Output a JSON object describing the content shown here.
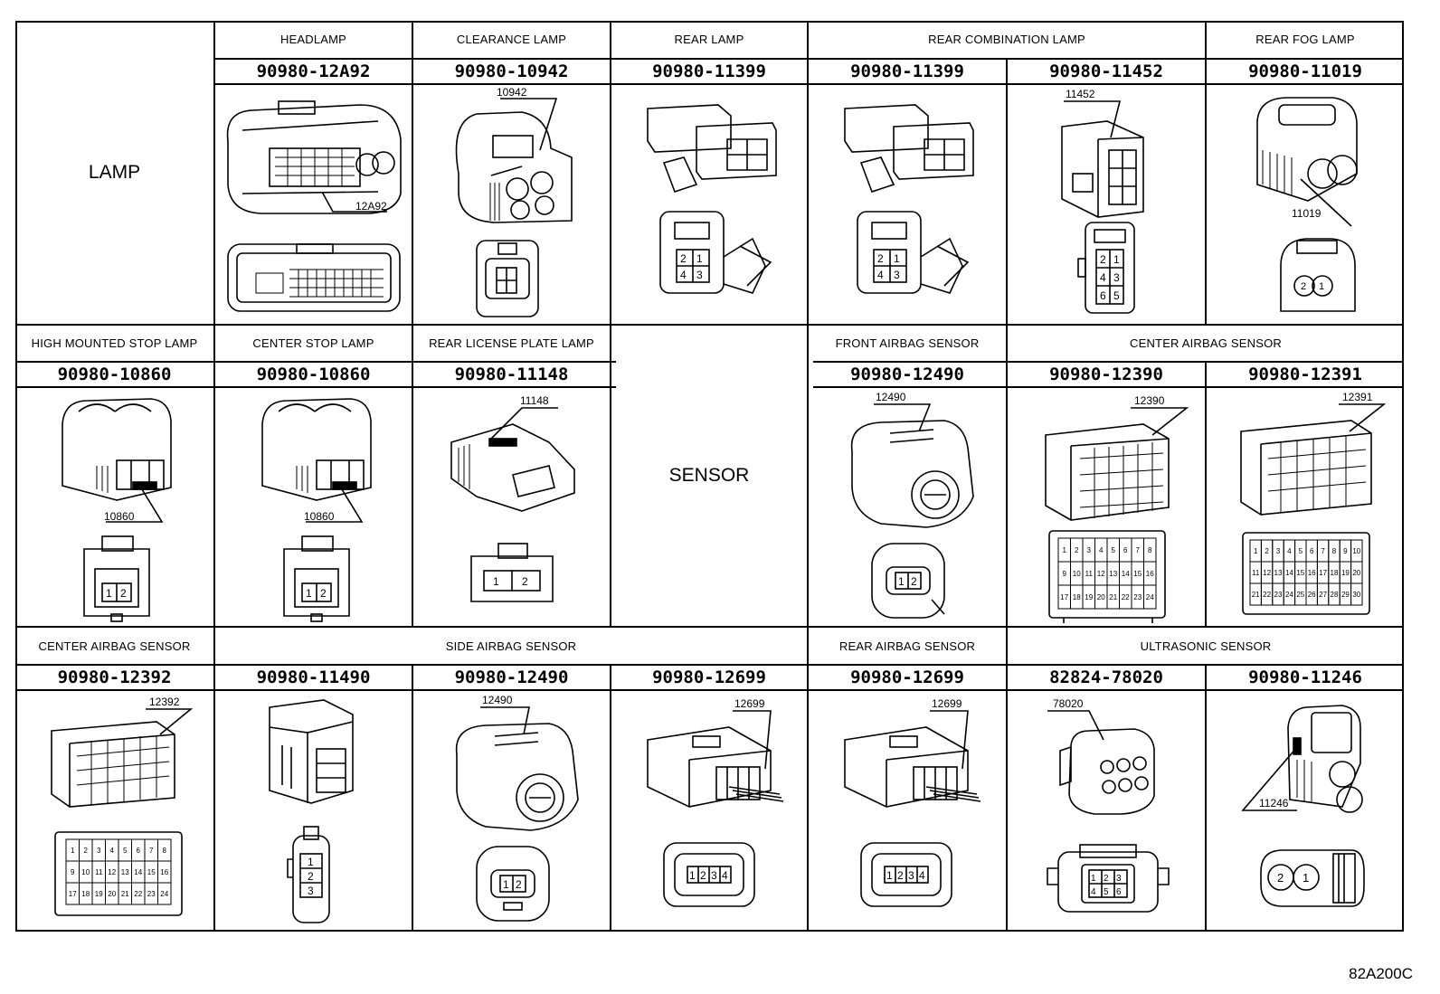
{
  "diagram": {
    "drawing_code": "82A200C",
    "sections": [
      {
        "category": "LAMP",
        "headers": [
          "HEADLAMP",
          "CLEARANCE LAMP",
          "REAR LAMP",
          "REAR COMBINATION LAMP",
          "REAR FOG LAMP"
        ],
        "connectors": [
          {
            "part": "90980-12A92",
            "callout": "12A92",
            "pins": []
          },
          {
            "part": "90980-10942",
            "callout": "10942",
            "pins": []
          },
          {
            "part": "90980-11399",
            "callout": "",
            "pins": [
              "2",
              "1",
              "4",
              "3"
            ]
          },
          {
            "part": "90980-11399",
            "callout": "",
            "pins": [
              "2",
              "1",
              "4",
              "3"
            ]
          },
          {
            "part": "90980-11452",
            "callout": "11452",
            "pins": [
              "2",
              "1",
              "4",
              "3",
              "6",
              "5"
            ]
          },
          {
            "part": "90980-11019",
            "callout": "11019",
            "pins": [
              "2",
              "1"
            ]
          }
        ]
      },
      {
        "category": "SENSOR",
        "headers": [
          "HIGH MOUNTED STOP LAMP",
          "CENTER STOP LAMP",
          "REAR LICENSE PLATE LAMP",
          "FRONT AIRBAG SENSOR",
          "CENTER AIRBAG SENSOR"
        ],
        "connectors": [
          {
            "part": "90980-10860",
            "callout": "10860",
            "pins": [
              "1",
              "2"
            ]
          },
          {
            "part": "90980-10860",
            "callout": "10860",
            "pins": [
              "1",
              "2"
            ]
          },
          {
            "part": "90980-11148",
            "callout": "11148",
            "pins": [
              "1",
              "2"
            ]
          },
          {
            "part": "90980-12490",
            "callout": "12490",
            "pins": [
              "1",
              "2"
            ]
          },
          {
            "part": "90980-12390",
            "callout": "12390",
            "pins": [
              "1",
              "2",
              "3",
              "4",
              "5",
              "6",
              "7",
              "8",
              "9",
              "10",
              "11",
              "12",
              "13",
              "14",
              "15",
              "16",
              "17",
              "18",
              "19",
              "20",
              "21",
              "22",
              "23",
              "24"
            ]
          },
          {
            "part": "90980-12391",
            "callout": "12391",
            "pins": [
              "1",
              "2",
              "3",
              "4",
              "5",
              "6",
              "7",
              "8",
              "9",
              "10",
              "11",
              "12",
              "13",
              "14",
              "15",
              "16",
              "17",
              "18",
              "19",
              "20",
              "21",
              "22",
              "23",
              "24",
              "25",
              "26",
              "27",
              "28",
              "29",
              "30"
            ]
          }
        ]
      },
      {
        "headers": [
          "CENTER AIRBAG SENSOR",
          "SIDE AIRBAG SENSOR",
          "REAR AIRBAG SENSOR",
          "ULTRASONIC SENSOR"
        ],
        "connectors": [
          {
            "part": "90980-12392",
            "callout": "12392",
            "pins": [
              "1",
              "2",
              "3",
              "4",
              "5",
              "6",
              "7",
              "8",
              "9",
              "10",
              "11",
              "12",
              "13",
              "14",
              "15",
              "16",
              "17",
              "18",
              "19",
              "20",
              "21",
              "22",
              "23",
              "24"
            ]
          },
          {
            "part": "90980-11490",
            "callout": "",
            "pins": [
              "1",
              "2",
              "3"
            ]
          },
          {
            "part": "90980-12490",
            "callout": "12490",
            "pins": [
              "1",
              "2"
            ]
          },
          {
            "part": "90980-12699",
            "callout": "12699",
            "pins": [
              "1",
              "2",
              "3",
              "4"
            ]
          },
          {
            "part": "90980-12699",
            "callout": "12699",
            "pins": [
              "1",
              "2",
              "3",
              "4"
            ]
          },
          {
            "part": "82824-78020",
            "callout": "78020",
            "pins": [
              "1",
              "2",
              "3",
              "4",
              "5",
              "6"
            ]
          },
          {
            "part": "90980-11246",
            "callout": "11246",
            "pins": [
              "2",
              "1"
            ]
          }
        ]
      }
    ]
  }
}
